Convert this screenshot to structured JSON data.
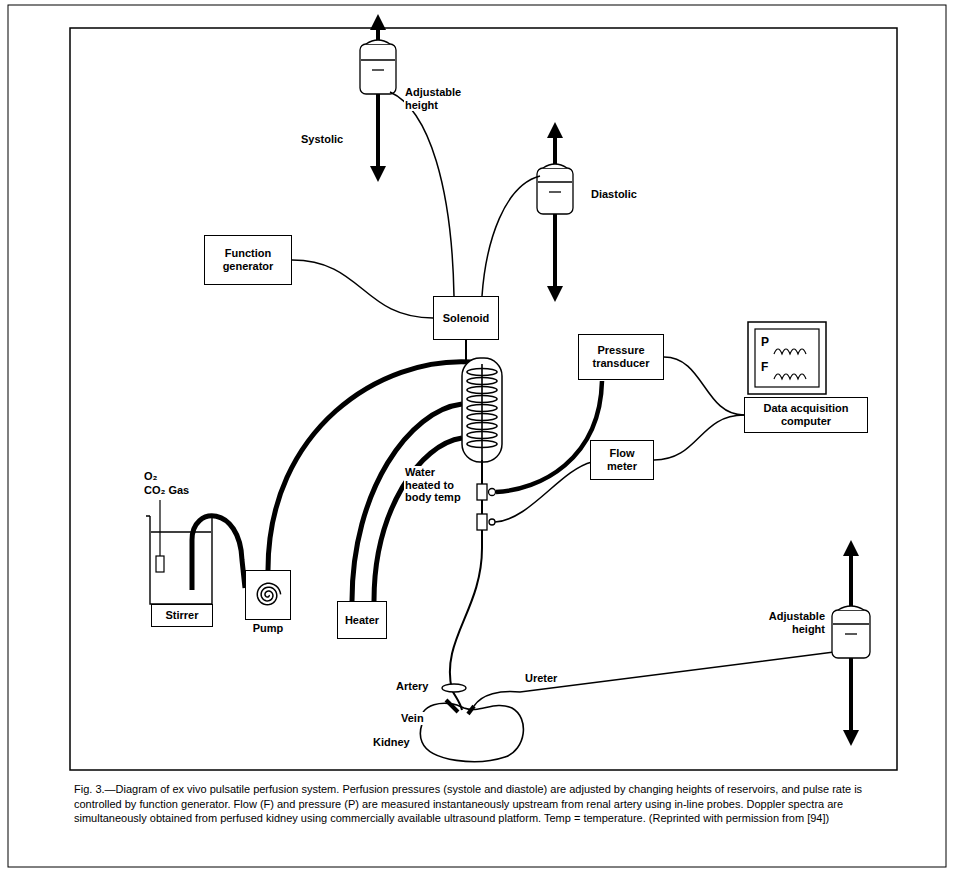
{
  "diagram": {
    "caption": "Fig. 3.—Diagram of ex vivo pulsatile perfusion system. Perfusion pressures (systole and diastole) are adjusted by changing heights of reservoirs, and pulse rate is controlled by function generator. Flow (F) and pressure (P) are measured instantaneously upstream from renal artery using in-line probes. Doppler spectra are simultaneously obtained from perfused kidney using commercially available ultrasound platform. Temp = temperature. (Reprinted with permission from [94])",
    "nodes": [
      {
        "text": [
          "Function generator"
        ]
      },
      {
        "text": [
          "Solenoid"
        ]
      },
      {
        "text": [
          "Pressure transducer"
        ]
      },
      {
        "text": [
          "Data acquisition computer"
        ]
      },
      {
        "text": [
          "Flow meter"
        ]
      },
      {
        "text": [
          "Stirrer"
        ]
      },
      {
        "text": [
          "Pump"
        ]
      },
      {
        "text": [
          "Heater"
        ]
      }
    ],
    "edges": [
      {
        "from": 0,
        "to": 1,
        "arrow": "none"
      },
      {
        "from": 2,
        "to": 3,
        "arrow": "none"
      },
      {
        "from": 4,
        "to": 3,
        "arrow": "none"
      }
    ],
    "labels": [
      "Systolic",
      "Adjustable height",
      "Diastolic",
      "O₂",
      "CO₂ Gas",
      "Water heated to body temp",
      "Artery",
      "Vein",
      "Kidney",
      "Ureter",
      "Adjustable height",
      "P",
      "F"
    ]
  }
}
